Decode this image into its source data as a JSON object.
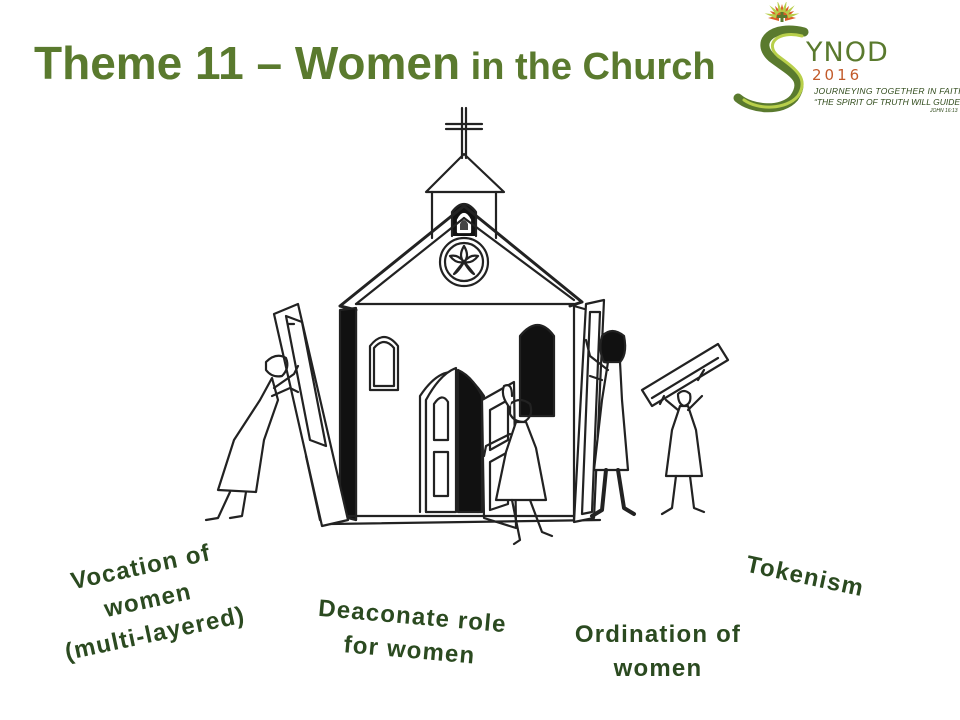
{
  "slide": {
    "title_main": "Theme 11 – Women",
    "title_rest": " in the Church",
    "title_color": "#5a7a2e"
  },
  "logo": {
    "letter": "S",
    "ynod": "YNOD",
    "year": "2016",
    "line1": "JOURNEYING TOGETHER IN FAITH",
    "line2": "“THE SPIRIT OF TRUTH WILL GUIDE YOU”",
    "line3": "JOHN 16:13",
    "colors": {
      "green": "#5a7a2e",
      "orange": "#d9602a",
      "lime": "#b8cf4a"
    }
  },
  "illustration": {
    "icon": "church-with-women-illustration"
  },
  "labels": {
    "vocation": [
      "Vocation of",
      "women",
      "(multi-layered)"
    ],
    "deaconate": [
      "Deaconate role",
      "for women"
    ],
    "ordination": [
      "Ordination of",
      "women"
    ],
    "tokenism": [
      "Tokenism"
    ],
    "color": "#2b4a20"
  }
}
